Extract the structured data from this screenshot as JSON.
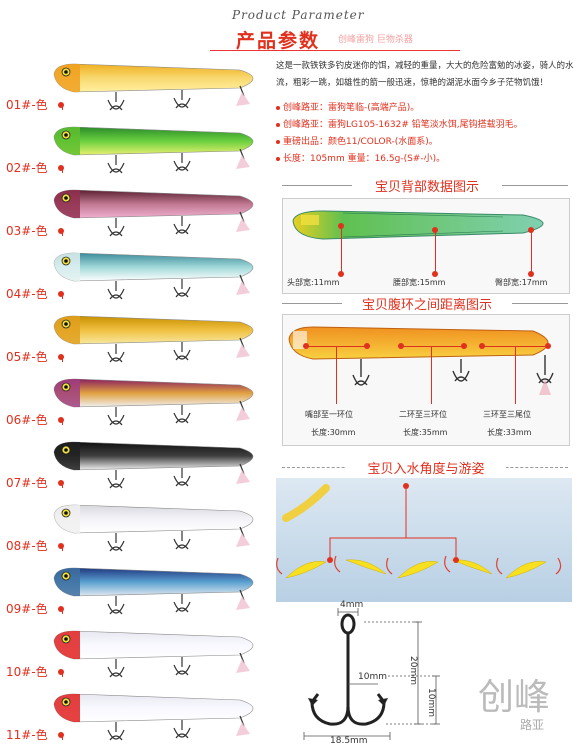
{
  "header": {
    "title_en": "Product Parameter",
    "title_cn": "产品参数",
    "subtitle": "创峰雷狗 巨物杀器"
  },
  "description": "这是一款铁铁多钓皮迷你的饵，减轻的重量，大大的危险富勉的冰姿，骑人的水流，粗彩一跳，如雄性的箭一般迅速，惊艳的湖泥水面今乡子茫物饥饿！",
  "specs": [
    "创峰路亚：雷狗笔临-(高端产品)。",
    "创峰路亚：雷狗LG105-1632# 铅笔淡水饵,尾钩搭载羽毛。",
    "重磅出品：颜色11/COLOR-(水面系)。",
    "长度：105mm 重量：16.5g-(S#-小)。"
  ],
  "colors": [
    "01#-色",
    "02#-色",
    "03#-色",
    "04#-色",
    "05#-色",
    "06#-色",
    "07#-色",
    "08#-色",
    "09#-色",
    "10#-色",
    "11#-色"
  ],
  "lure_palettes": [
    [
      "#f0b020",
      "#f8d870",
      "#fff0a0"
    ],
    [
      "#2a8a2a",
      "#6ad040",
      "#e8f070"
    ],
    [
      "#5a2030",
      "#c07890",
      "#f0b0d0"
    ],
    [
      "#3a8a9a",
      "#a0d8d8",
      "#ffffff"
    ],
    [
      "#c89000",
      "#f0c040",
      "#f8e8a0"
    ],
    [
      "#8a2060",
      "#e0a040",
      "#f0f0f0"
    ],
    [
      "#101010",
      "#404040",
      "#f0f0f0"
    ],
    [
      "#d8d8e0",
      "#f4f4f8",
      "#ffffff"
    ],
    [
      "#203880",
      "#5aa0d0",
      "#e0e8f0"
    ],
    [
      "#e8e8f0",
      "#f8f8ff",
      "#ffffff"
    ],
    [
      "#e8e8f0",
      "#f8f8ff",
      "#ffffff"
    ]
  ],
  "head_colors": [
    "#f0a020",
    "#60c030",
    "#903050",
    "#e0f0f0",
    "#e0a020",
    "#a04080",
    "#202020",
    "#f0f0f0",
    "#4070a0",
    "#e02020",
    "#e02020"
  ],
  "back_section": {
    "title": "宝贝背部数据图示",
    "labels": [
      "头部宽:11mm",
      "腰部宽:15mm",
      "臀部宽:17mm"
    ]
  },
  "belly_section": {
    "title": "宝贝腹环之间距离图示",
    "labels": [
      "嘴部至一环位",
      "二环至三环位",
      "三环至三尾位"
    ],
    "lengths": [
      "长度:30mm",
      "长度:35mm",
      "长度:33mm"
    ]
  },
  "swim_section": {
    "title": "宝贝入水角度与游姿"
  },
  "hook": {
    "width_top": "4mm",
    "inner": "10mm",
    "height": "20mm",
    "shank": "10mm",
    "width": "18.5mm"
  },
  "watermark": {
    "cn": "创峰",
    "sub": "路亚"
  }
}
